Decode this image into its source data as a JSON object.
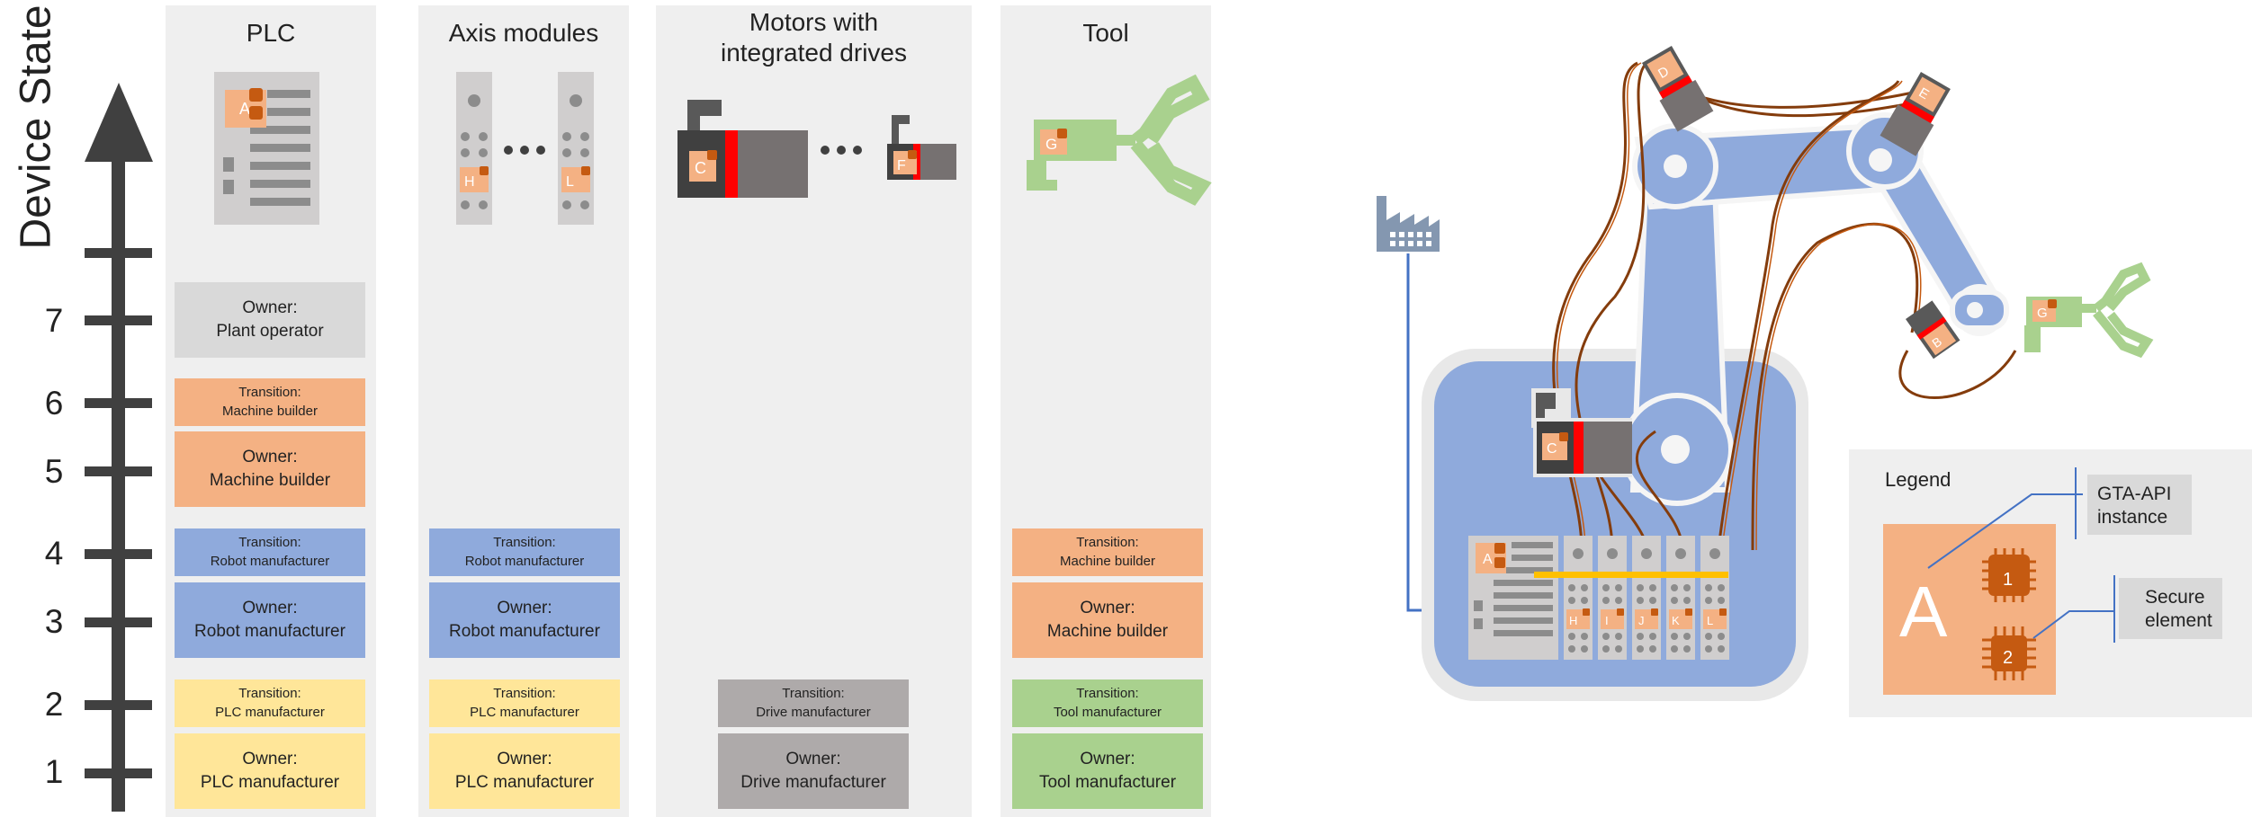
{
  "device_state_label": "Device State",
  "axis_ticks": [
    "1",
    "2",
    "3",
    "4",
    "5",
    "6",
    "7"
  ],
  "columns": {
    "plc": {
      "title": "PLC",
      "boxes": [
        {
          "kind": "owner",
          "label": "Owner:",
          "value": "Plant operator",
          "color": "#d9d9d9"
        },
        {
          "kind": "trans",
          "label": "Transition:",
          "value": "Machine builder",
          "color": "#f4b183"
        },
        {
          "kind": "owner",
          "label": "Owner:",
          "value": "Machine builder",
          "color": "#f4b183"
        },
        {
          "kind": "trans",
          "label": "Transition:",
          "value": "Robot manufacturer",
          "color": "#8faadc"
        },
        {
          "kind": "owner",
          "label": "Owner:",
          "value": "Robot manufacturer",
          "color": "#8faadc"
        },
        {
          "kind": "trans",
          "label": "Transition:",
          "value": "PLC manufacturer",
          "color": "#ffe699"
        },
        {
          "kind": "owner",
          "label": "Owner:",
          "value": "PLC manufacturer",
          "color": "#ffe699"
        }
      ]
    },
    "axis": {
      "title": "Axis modules",
      "boxes": [
        {
          "kind": "trans",
          "label": "Transition:",
          "value": "Robot manufacturer",
          "color": "#8faadc"
        },
        {
          "kind": "owner",
          "label": "Owner:",
          "value": "Robot manufacturer",
          "color": "#8faadc"
        },
        {
          "kind": "trans",
          "label": "Transition:",
          "value": "PLC manufacturer",
          "color": "#ffe699"
        },
        {
          "kind": "owner",
          "label": "Owner:",
          "value": "PLC manufacturer",
          "color": "#ffe699"
        }
      ]
    },
    "motors": {
      "title": "Motors with\nintegrated drives",
      "boxes": [
        {
          "kind": "trans",
          "label": "Transition:",
          "value": "Drive manufacturer",
          "color": "#aeaaaa"
        },
        {
          "kind": "owner",
          "label": "Owner:",
          "value": "Drive manufacturer",
          "color": "#aeaaaa"
        }
      ]
    },
    "tool": {
      "title": "Tool",
      "boxes": [
        {
          "kind": "trans",
          "label": "Transition:",
          "value": "Machine builder",
          "color": "#f4b183"
        },
        {
          "kind": "owner",
          "label": "Owner:",
          "value": "Machine builder",
          "color": "#f4b183"
        },
        {
          "kind": "trans",
          "label": "Transition:",
          "value": "Tool manufacturer",
          "color": "#a9d18e"
        },
        {
          "kind": "owner",
          "label": "Owner:",
          "value": "Tool manufacturer",
          "color": "#a9d18e"
        }
      ]
    }
  },
  "module_letters": {
    "plc": "A",
    "motor_c": "C",
    "motor_f": "F",
    "tool": "G",
    "axis_first": "H",
    "axis_last": "L",
    "robot_axes": [
      "H",
      "I",
      "J",
      "K",
      "L"
    ],
    "robot_motors": [
      "D",
      "E"
    ],
    "robot_wrist": "B"
  },
  "legend": {
    "title": "Legend",
    "instance_letter": "A",
    "chip_1": "1",
    "chip_2": "2",
    "gta_label": "GTA-API\ninstance",
    "secure_label": "Secure\nelement"
  },
  "colors": {
    "orange": "#f4b183",
    "chip": "#c55a11",
    "blue": "#8faadc",
    "yellow": "#ffe699",
    "green": "#a9d18e",
    "grey_box": "#d9d9d9",
    "drive_grey": "#aeaaaa",
    "cable": "#843c0c",
    "bus": "#ffc000",
    "red": "#ff0000"
  }
}
